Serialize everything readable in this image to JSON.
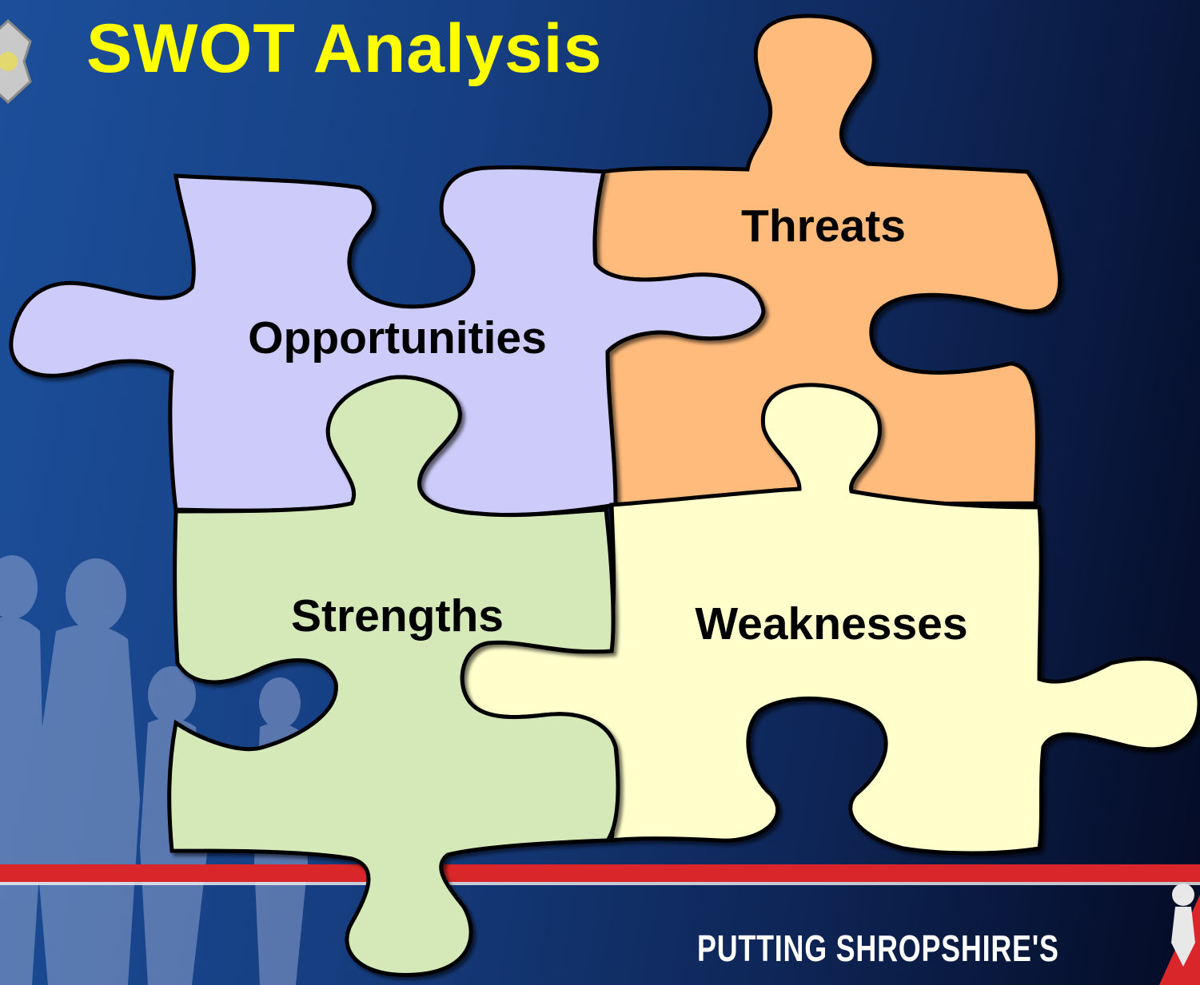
{
  "slide": {
    "title": "SWOT Analysis",
    "footer_brand": "PUTTING SHROPSHIRE'S"
  },
  "pieces": {
    "opportunities": {
      "label": "Opportunities",
      "color": "#cccbf9"
    },
    "threats": {
      "label": "Threats",
      "color": "#ffbb7c"
    },
    "strengths": {
      "label": "Strengths",
      "color": "#d5e8b8"
    },
    "weaknesses": {
      "label": "Weaknesses",
      "color": "#ffffcc"
    }
  },
  "colors": {
    "title": "#ffff00",
    "footer_stripe": "#d9262a",
    "background": "#163f82"
  }
}
